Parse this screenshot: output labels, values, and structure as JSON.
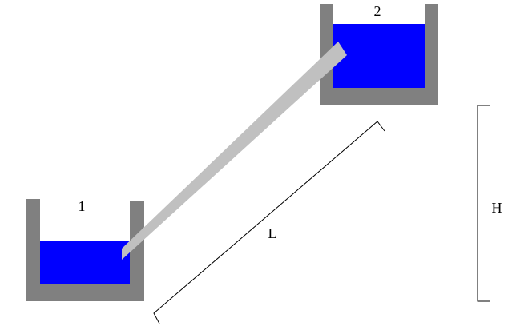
{
  "colors": {
    "container": "#808080",
    "water": "#0000ff",
    "pipe": "#c0c0c0",
    "line": "#000000",
    "background": "#ffffff"
  },
  "labels": {
    "reservoir_1": "1",
    "reservoir_2": "2",
    "length": "L",
    "height": "H"
  }
}
